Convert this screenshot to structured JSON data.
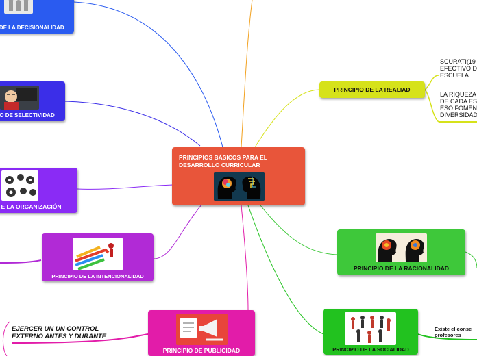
{
  "colors": {
    "central": "#e8553a",
    "decisionalidad": "#2a5bf0",
    "selectividad": "#3b2ee8",
    "organizacion": "#8a2bf5",
    "intencionalidad": "#b12ad6",
    "publicidad": "#e21ca9",
    "realidad": "#d6e21a",
    "racionalidad": "#3ec83a",
    "socialidad": "#22c21f"
  },
  "central": {
    "title_line1": "PRINCIPIOS BÁSICOS PARA EL",
    "title_line2": "DESARROLLO CURRICULAR",
    "icon": "two-heads-brain-icon"
  },
  "branches": {
    "decisionalidad": {
      "label": "O DE LA DECISIONALIDAD",
      "icon": "people-figures-icon"
    },
    "selectividad": {
      "label": "O DE SELECTIVIDAD",
      "icon": "thinking-person-icon"
    },
    "organizacion": {
      "label": "E LA ORGANIZACIÓN",
      "icon": "gears-icon"
    },
    "intencionalidad": {
      "label": "PRINCIPIO DE LA INTENCIONALIDAD",
      "icon": "racing-arrows-icon"
    },
    "publicidad": {
      "label": "PRINCIPIO DE PUBLICIDAD",
      "icon": "megaphone-icon"
    },
    "realidad": {
      "label": "PRINCIPIO DE LA REALIAD"
    },
    "racionalidad": {
      "label": "PRINCIPIO DE LA RACIONALIDAD",
      "icon": "gear-heads-icon"
    },
    "socialidad": {
      "label": "PRINCIPIO DE LA SOCIALIDAD",
      "icon": "people-circle-icon"
    }
  },
  "notes": {
    "realidad_1": [
      "SCURATI(19",
      "EFECTIVO D",
      "ESCUELA"
    ],
    "realidad_2": [
      "LA RIQUEZA",
      "DE CADA ES",
      "ESO FOMEN",
      "DIVERSIDAD"
    ],
    "publicidad_1": [
      "EJERCER UN UN CONTROL",
      "EXTERNO ANTES Y DURANTE"
    ],
    "socialidad_1": [
      "Existe el conse",
      "profesores"
    ]
  }
}
